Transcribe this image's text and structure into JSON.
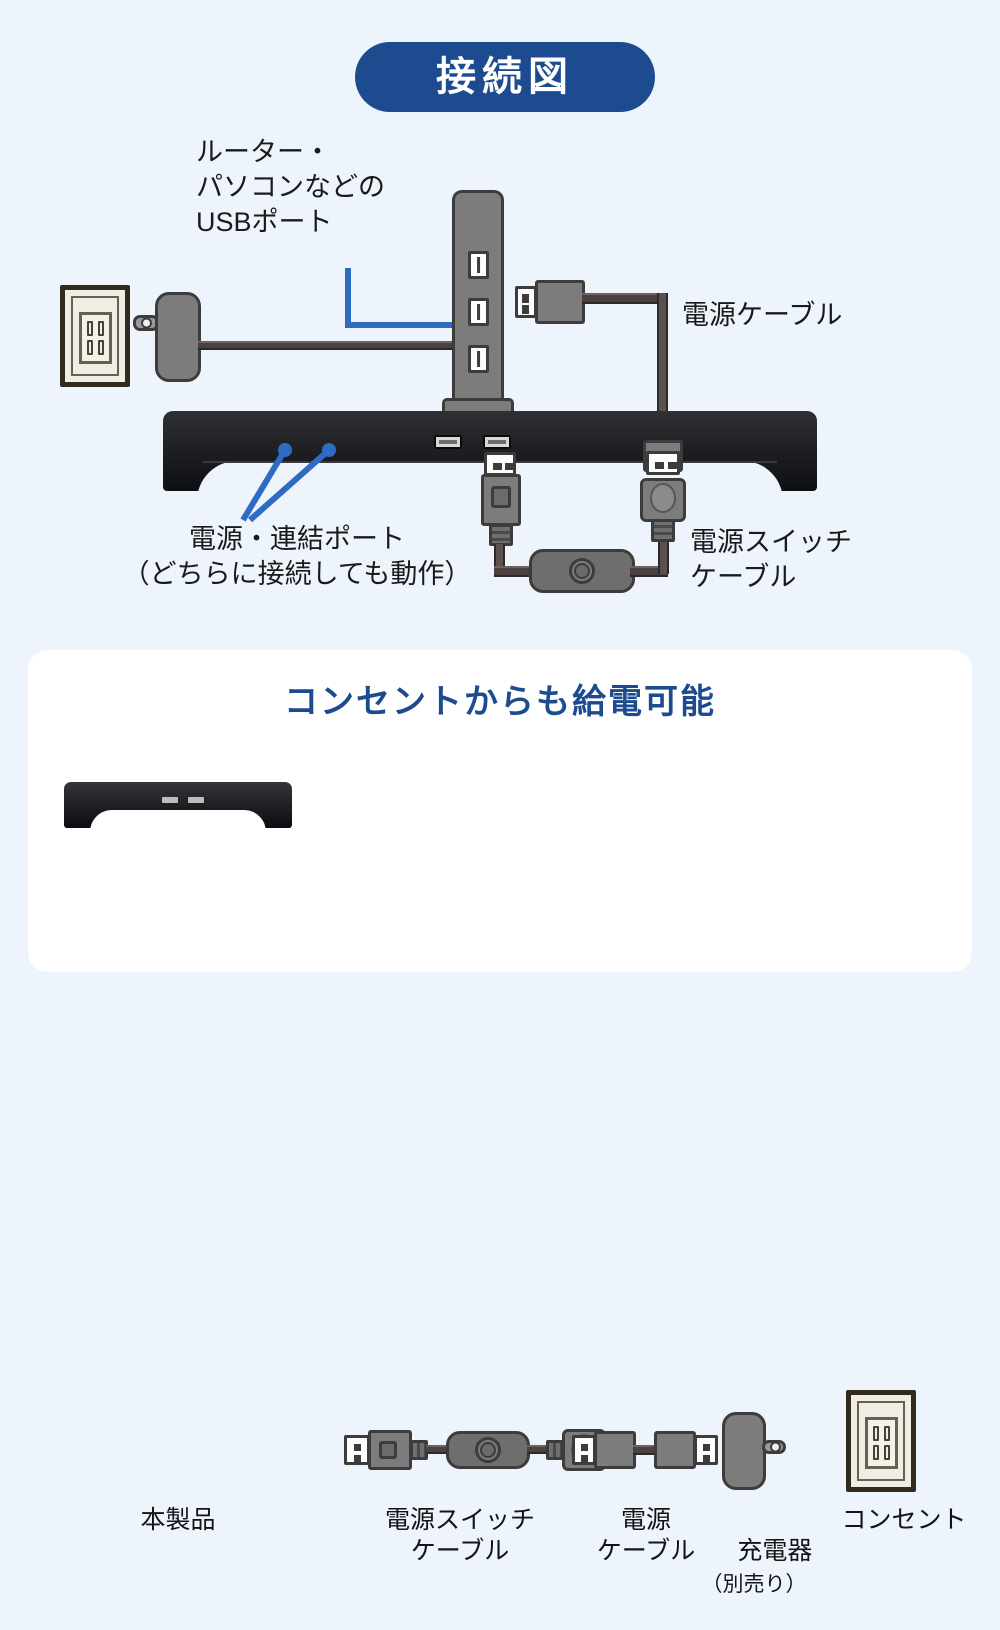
{
  "page": {
    "background_color": "#eef4fb",
    "accent_color": "#1d4b8f",
    "leader_line_color": "#2e6cc4"
  },
  "header": {
    "badge_label": "接続図"
  },
  "diagram": {
    "labels": {
      "usb_port": "ルーター・\nパソコンなどの\nUSBポート",
      "power_cable": "電源ケーブル",
      "link_port": "電源・連結ポート\n（どちらに接続しても動作）",
      "switch_cable": "電源スイッチ\nケーブル"
    },
    "parts": {
      "outlet": "wall-outlet",
      "charger": "ac-charger",
      "tower": "usb-hub-tower",
      "base": "product-base-stand",
      "switch_cable": "power-switch-cable",
      "power_cable": "power-cable"
    }
  },
  "card": {
    "title": "コンセントからも給電可能",
    "items": [
      {
        "id": "product",
        "caption": "本製品",
        "note": ""
      },
      {
        "id": "switch-cable",
        "caption": "電源スイッチ\nケーブル",
        "note": ""
      },
      {
        "id": "power-cable",
        "caption": "電源\nケーブル",
        "note": ""
      },
      {
        "id": "charger",
        "caption": "充電器\n",
        "note": "（別売り）"
      },
      {
        "id": "outlet",
        "caption": "コンセント",
        "note": ""
      }
    ]
  }
}
